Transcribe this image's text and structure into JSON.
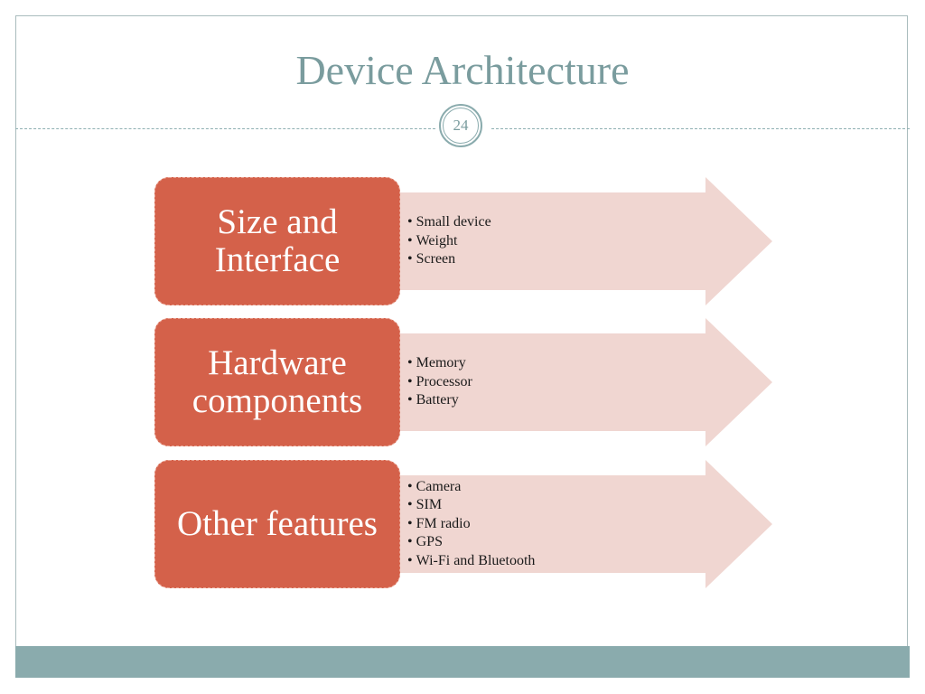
{
  "slide": {
    "title": "Device Architecture",
    "page_number": "24"
  },
  "colors": {
    "accent": "#8aabad",
    "title": "#7a9c9e",
    "category_fill": "#d4614a",
    "arrow_fill": "#f0d6d1"
  },
  "sections": [
    {
      "label": "Size and Interface",
      "items": [
        "Small device",
        "Weight",
        "Screen"
      ]
    },
    {
      "label": "Hardware components",
      "items": [
        "Memory",
        "Processor",
        "Battery"
      ]
    },
    {
      "label": "Other features",
      "items": [
        "Camera",
        "SIM",
        "FM radio",
        "GPS",
        "Wi-Fi and Bluetooth"
      ]
    }
  ]
}
